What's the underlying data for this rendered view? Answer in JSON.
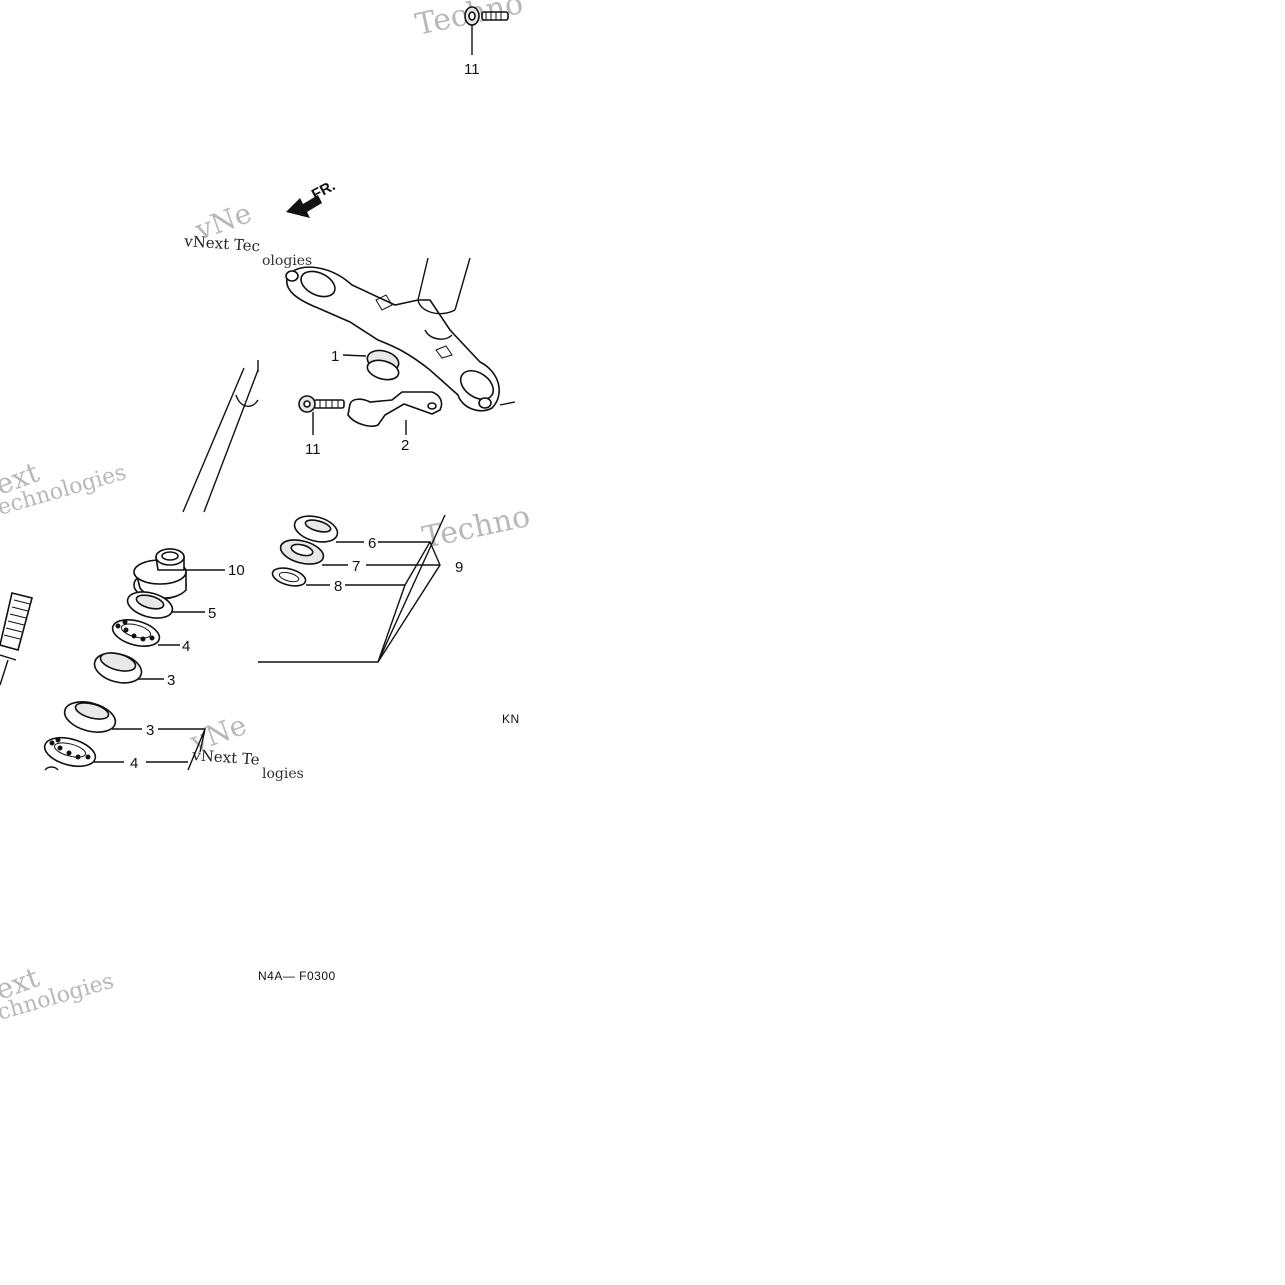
{
  "diagram": {
    "direction_marker": "FR.",
    "figure_code_left": "N4A— F0300",
    "figure_code_right": "KN",
    "watermarks": [
      "Techno",
      "vNext Tec",
      "ologies",
      "vNe",
      "ext",
      "echnologies",
      "Techno",
      "vNext Te",
      "logies",
      "vNe",
      "ext",
      "chnologies"
    ],
    "callouts": {
      "c1": "1",
      "c2": "2",
      "c3a": "3",
      "c3b": "3",
      "c4a": "4",
      "c4b": "4",
      "c5": "5",
      "c6": "6",
      "c7": "7",
      "c8": "8",
      "c9": "9",
      "c10": "10",
      "c11a": "11",
      "c11b": "11"
    }
  }
}
